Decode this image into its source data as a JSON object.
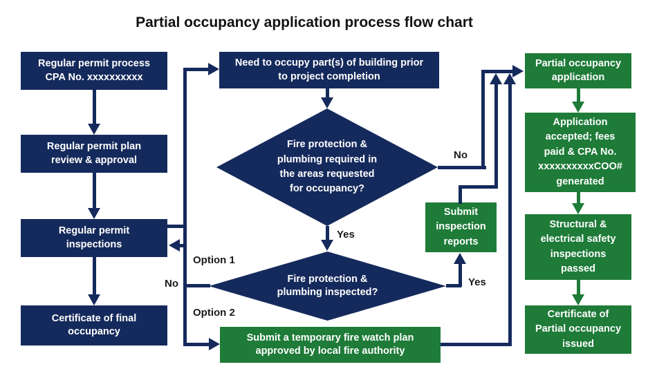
{
  "title": "Partial occupancy application process flow chart",
  "colors": {
    "navy": "#152A5C",
    "green": "#1E7B38",
    "text_on_box": "#FFFFFF",
    "label": "#1A1A1A",
    "background": "#FFFFFF"
  },
  "nodes": {
    "regular_permit_process": {
      "label": "Regular permit process\nCPA No. xxxxxxxxxx"
    },
    "regular_permit_plan_review": {
      "label": "Regular permit plan\nreview & approval"
    },
    "regular_permit_inspections": {
      "label": "Regular permit\ninspections"
    },
    "certificate_final_occupancy": {
      "label": "Certificate of final\noccupancy"
    },
    "need_to_occupy": {
      "label": "Need to occupy part(s) of building prior\nto project completion"
    },
    "fire_protection_required": {
      "label": "Fire protection &\nplumbing required in\nthe areas requested\nfor occupancy?"
    },
    "fire_protection_inspected": {
      "label": "Fire protection &\nplumbing inspected?"
    },
    "submit_fire_watch_plan": {
      "label": "Submit a temporary fire watch plan\napproved by local fire authority"
    },
    "submit_inspection_reports": {
      "label": "Submit\ninspection\nreports"
    },
    "partial_occupancy_application": {
      "label": "Partial occupancy\napplication"
    },
    "application_accepted": {
      "label": "Application\naccepted; fees\npaid & CPA No.\nxxxxxxxxxxCOO#\ngenerated"
    },
    "structural_electrical_inspections": {
      "label": "Structural &\nelectrical safety\ninspections\npassed"
    },
    "certificate_partial_occupancy": {
      "label": "Certificate of\nPartial occupancy\nissued"
    }
  },
  "edge_labels": {
    "no_fire_required": "No",
    "yes_fire_required": "Yes",
    "option1": "Option 1",
    "no_inspected": "No",
    "option2": "Option 2",
    "yes_inspected": "Yes"
  }
}
